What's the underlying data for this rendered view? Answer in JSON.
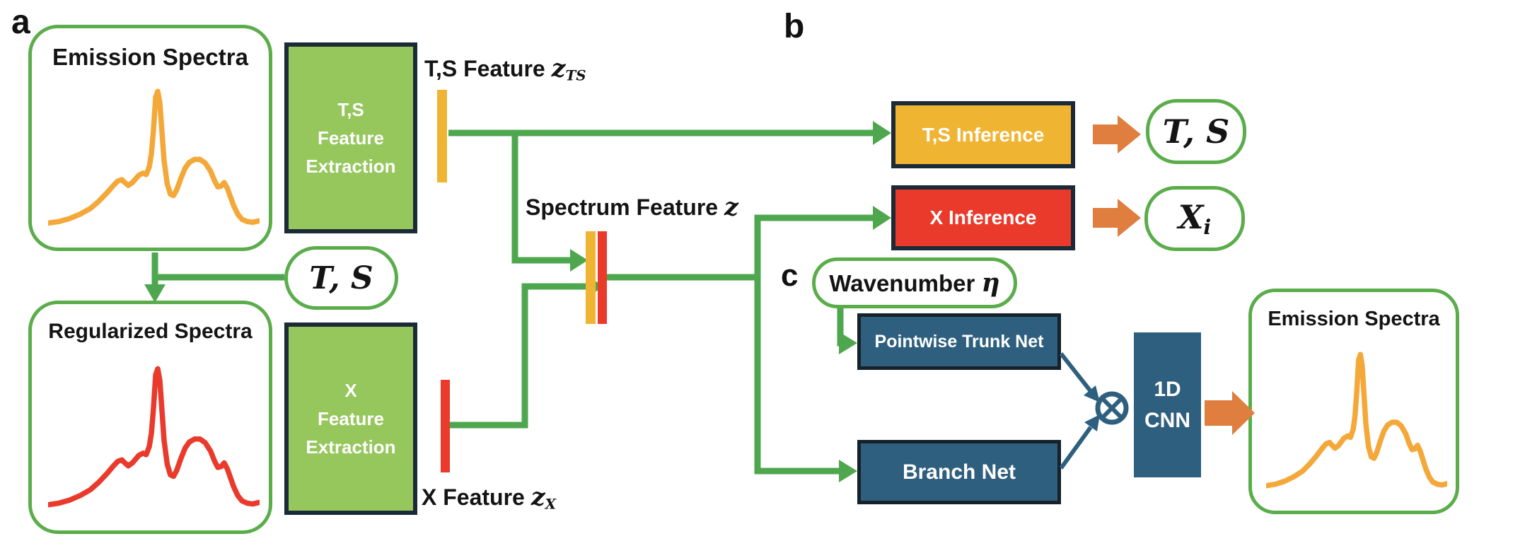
{
  "panel_labels": {
    "a": "a",
    "b": "b",
    "c": "c"
  },
  "colors": {
    "green_line": "#4ea74e",
    "green_border": "#5bad4b",
    "green_box_fill": "#95c75c",
    "yellow": "#f0b433",
    "red": "#ea3a2c",
    "navy_border": "#1b2a36",
    "dark_blue": "#2f5f7e",
    "orange_block_arrow": "#df7e3e",
    "curve_orange": "#f4a83a",
    "curve_red": "#e93a2c"
  },
  "panel_a": {
    "emission_box_title": "Emission Spectra",
    "ts_extraction_lines": [
      "T,S",
      "Feature",
      "Extraction"
    ],
    "ts_feature_label": {
      "prefix": "T,S Feature ",
      "math": "z",
      "sub": "TS"
    },
    "ts_values_oval": "T, S",
    "regularized_box_title": "Regularized Spectra",
    "x_extraction_lines": [
      "X",
      "Feature",
      "Extraction"
    ],
    "x_feature_label": {
      "prefix": "X Feature ",
      "math": "z",
      "sub": "X"
    },
    "spectrum_feature_label": {
      "prefix": "Spectrum Feature ",
      "math": "z"
    }
  },
  "panel_b": {
    "ts_inference_label": "T,S Inference",
    "x_inference_label": "X Inference",
    "ts_output_oval": "T, S",
    "x_output_oval": {
      "math": "X",
      "sub": "i"
    }
  },
  "panel_c": {
    "wavenumber_label": {
      "prefix": "Wavenumber ",
      "math": "η"
    },
    "trunk_label": "Pointwise Trunk Net",
    "branch_label": "Branch Net",
    "cnn_lines": [
      "1D",
      "CNN"
    ],
    "emission_box_title": "Emission Spectra"
  },
  "curves": {
    "spectrum_points_pct": [
      [
        0,
        95
      ],
      [
        5,
        94
      ],
      [
        10,
        92
      ],
      [
        15,
        89
      ],
      [
        20,
        85
      ],
      [
        24,
        80
      ],
      [
        28,
        74
      ],
      [
        31,
        69
      ],
      [
        33,
        66
      ],
      [
        35,
        65
      ],
      [
        36,
        66.5
      ],
      [
        38,
        69
      ],
      [
        40,
        67
      ],
      [
        43,
        62
      ],
      [
        45,
        60.5
      ],
      [
        46.5,
        61.5
      ],
      [
        48,
        56
      ],
      [
        49,
        47
      ],
      [
        50,
        30
      ],
      [
        51,
        8
      ],
      [
        52,
        4
      ],
      [
        53,
        12
      ],
      [
        54,
        32
      ],
      [
        55,
        52
      ],
      [
        56.5,
        68
      ],
      [
        58,
        75
      ],
      [
        59.5,
        76
      ],
      [
        61,
        72
      ],
      [
        63,
        64
      ],
      [
        65,
        57
      ],
      [
        67,
        53
      ],
      [
        69.5,
        51
      ],
      [
        72,
        51
      ],
      [
        74.5,
        53.5
      ],
      [
        77,
        59
      ],
      [
        79,
        66
      ],
      [
        80.5,
        70
      ],
      [
        82,
        69.5
      ],
      [
        83.5,
        67
      ],
      [
        85,
        71
      ],
      [
        86.5,
        77
      ],
      [
        88,
        83
      ],
      [
        90,
        89
      ],
      [
        92,
        92.5
      ],
      [
        94.5,
        94
      ],
      [
        97,
        94.5
      ],
      [
        100,
        93.5
      ]
    ]
  }
}
